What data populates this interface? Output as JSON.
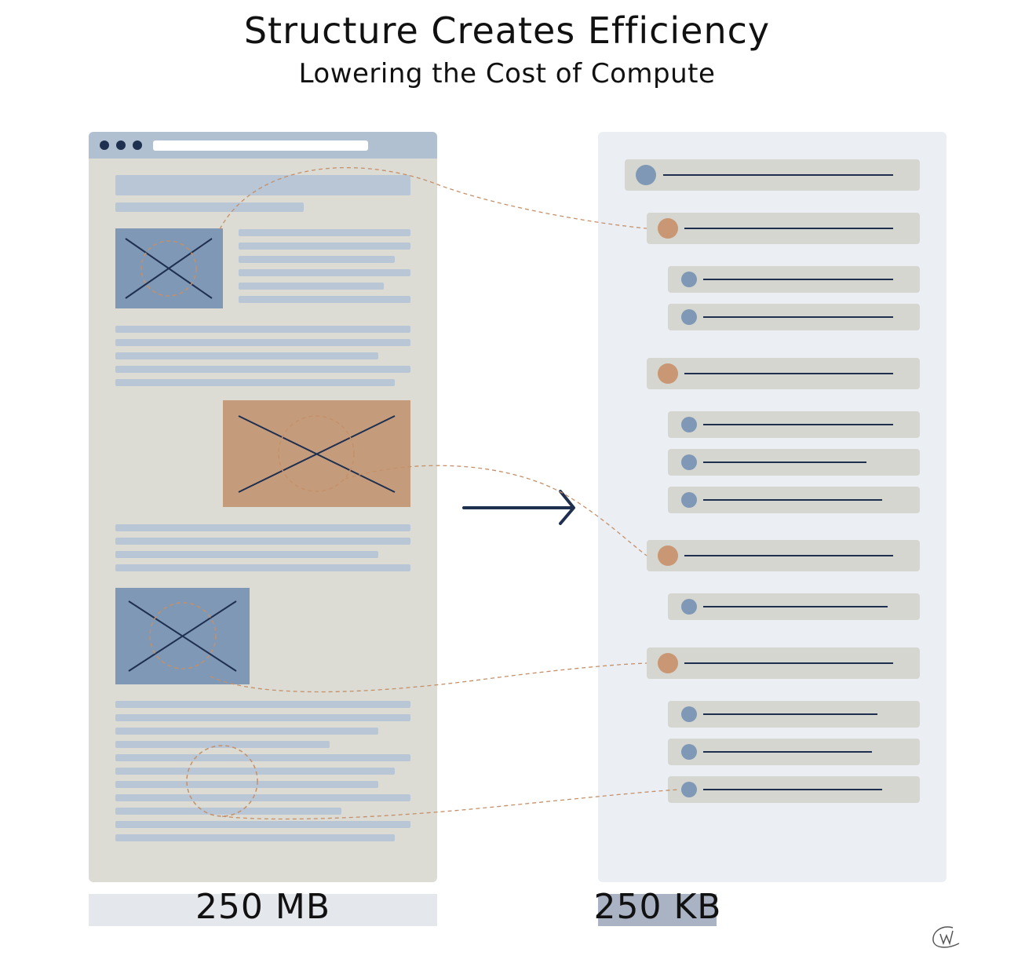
{
  "title": "Structure Creates Efficiency",
  "subtitle": "Lowering the Cost of Compute",
  "left_panel": {
    "size_label": "250 MB"
  },
  "right_panel": {
    "size_label": "250 KB"
  },
  "colors": {
    "page_bg": "#dcdcd4",
    "browser_bar": "#b0c0d0",
    "text_line": "#b8c6d6",
    "image_blue": "#7f98b6",
    "image_orange": "#c49c7c",
    "outline_bg": "#ebeff4",
    "outline_row": "#d6d6d0",
    "node_blue": "#7f98b6",
    "node_orange": "#c99774",
    "ink": "#1f2f4f",
    "dashed": "#c4906a"
  },
  "icons": {
    "arrow": "right-arrow-icon",
    "signature": "signature-icon",
    "placeholder": "image-placeholder-icon"
  }
}
